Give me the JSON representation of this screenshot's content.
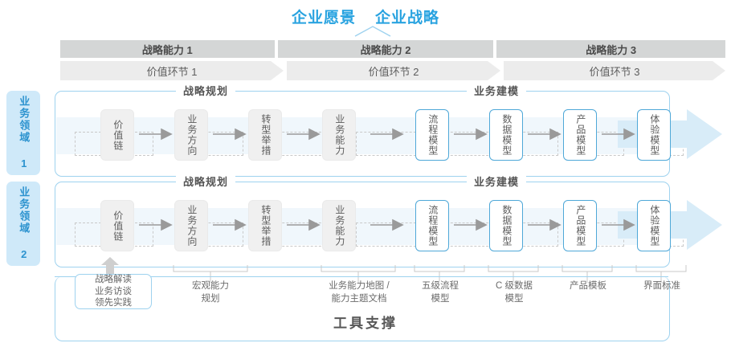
{
  "headline": {
    "items": [
      "企业愿景",
      "企业战略"
    ],
    "color": "#29a3e0"
  },
  "capability_bar": {
    "items": [
      "战略能力 1",
      "战略能力 2",
      "战略能力 3"
    ],
    "bg": "#d4d6d6"
  },
  "value_chain_bar": {
    "items": [
      "价值环节 1",
      "价值环节 2",
      "价值环节 3"
    ],
    "bg": "#ececec"
  },
  "domains": [
    {
      "tab_label": "业务领域 1",
      "sections": [
        {
          "title": "战略规划"
        },
        {
          "title": "业务建模"
        }
      ],
      "nodes": [
        {
          "label": "价值链",
          "style": "gray"
        },
        {
          "label": "业务方向",
          "style": "gray"
        },
        {
          "label": "转型举措",
          "style": "gray"
        },
        {
          "label": "业务能力",
          "style": "gray"
        },
        {
          "label": "流程模型",
          "style": "blue"
        },
        {
          "label": "数据模型",
          "style": "blue"
        },
        {
          "label": "产品模型",
          "style": "blue"
        },
        {
          "label": "体验模型",
          "style": "blue"
        }
      ]
    },
    {
      "tab_label": "业务领域 2",
      "sections": [
        {
          "title": "战略规划"
        },
        {
          "title": "业务建模"
        }
      ],
      "nodes": [
        {
          "label": "价值链",
          "style": "gray"
        },
        {
          "label": "业务方向",
          "style": "gray"
        },
        {
          "label": "转型举措",
          "style": "gray"
        },
        {
          "label": "业务能力",
          "style": "gray"
        },
        {
          "label": "流程模型",
          "style": "blue"
        },
        {
          "label": "数据模型",
          "style": "blue"
        },
        {
          "label": "产品模型",
          "style": "blue"
        },
        {
          "label": "体验模型",
          "style": "blue"
        }
      ]
    }
  ],
  "tool_labels": [
    {
      "text": "战略解读\n业务访谈\n领先实践",
      "boxed": true
    },
    {
      "text": "宏观能力\n规划",
      "boxed": false
    },
    {
      "text": "业务能力地图 /\n能力主题文档",
      "boxed": false
    },
    {
      "text": "五级流程\n模型",
      "boxed": false
    },
    {
      "text": "C 级数据\n模型",
      "boxed": false
    },
    {
      "text": "产品模板",
      "boxed": false
    },
    {
      "text": "界面标准",
      "boxed": false
    }
  ],
  "tool_support": {
    "title": "工具支撑"
  },
  "colors": {
    "accent": "#29a3e0",
    "border_blue": "#9ed2ef",
    "node_blue": "#4fa8d8",
    "band": "#f0f7fc",
    "tab_bg": "#cfe9f9"
  }
}
